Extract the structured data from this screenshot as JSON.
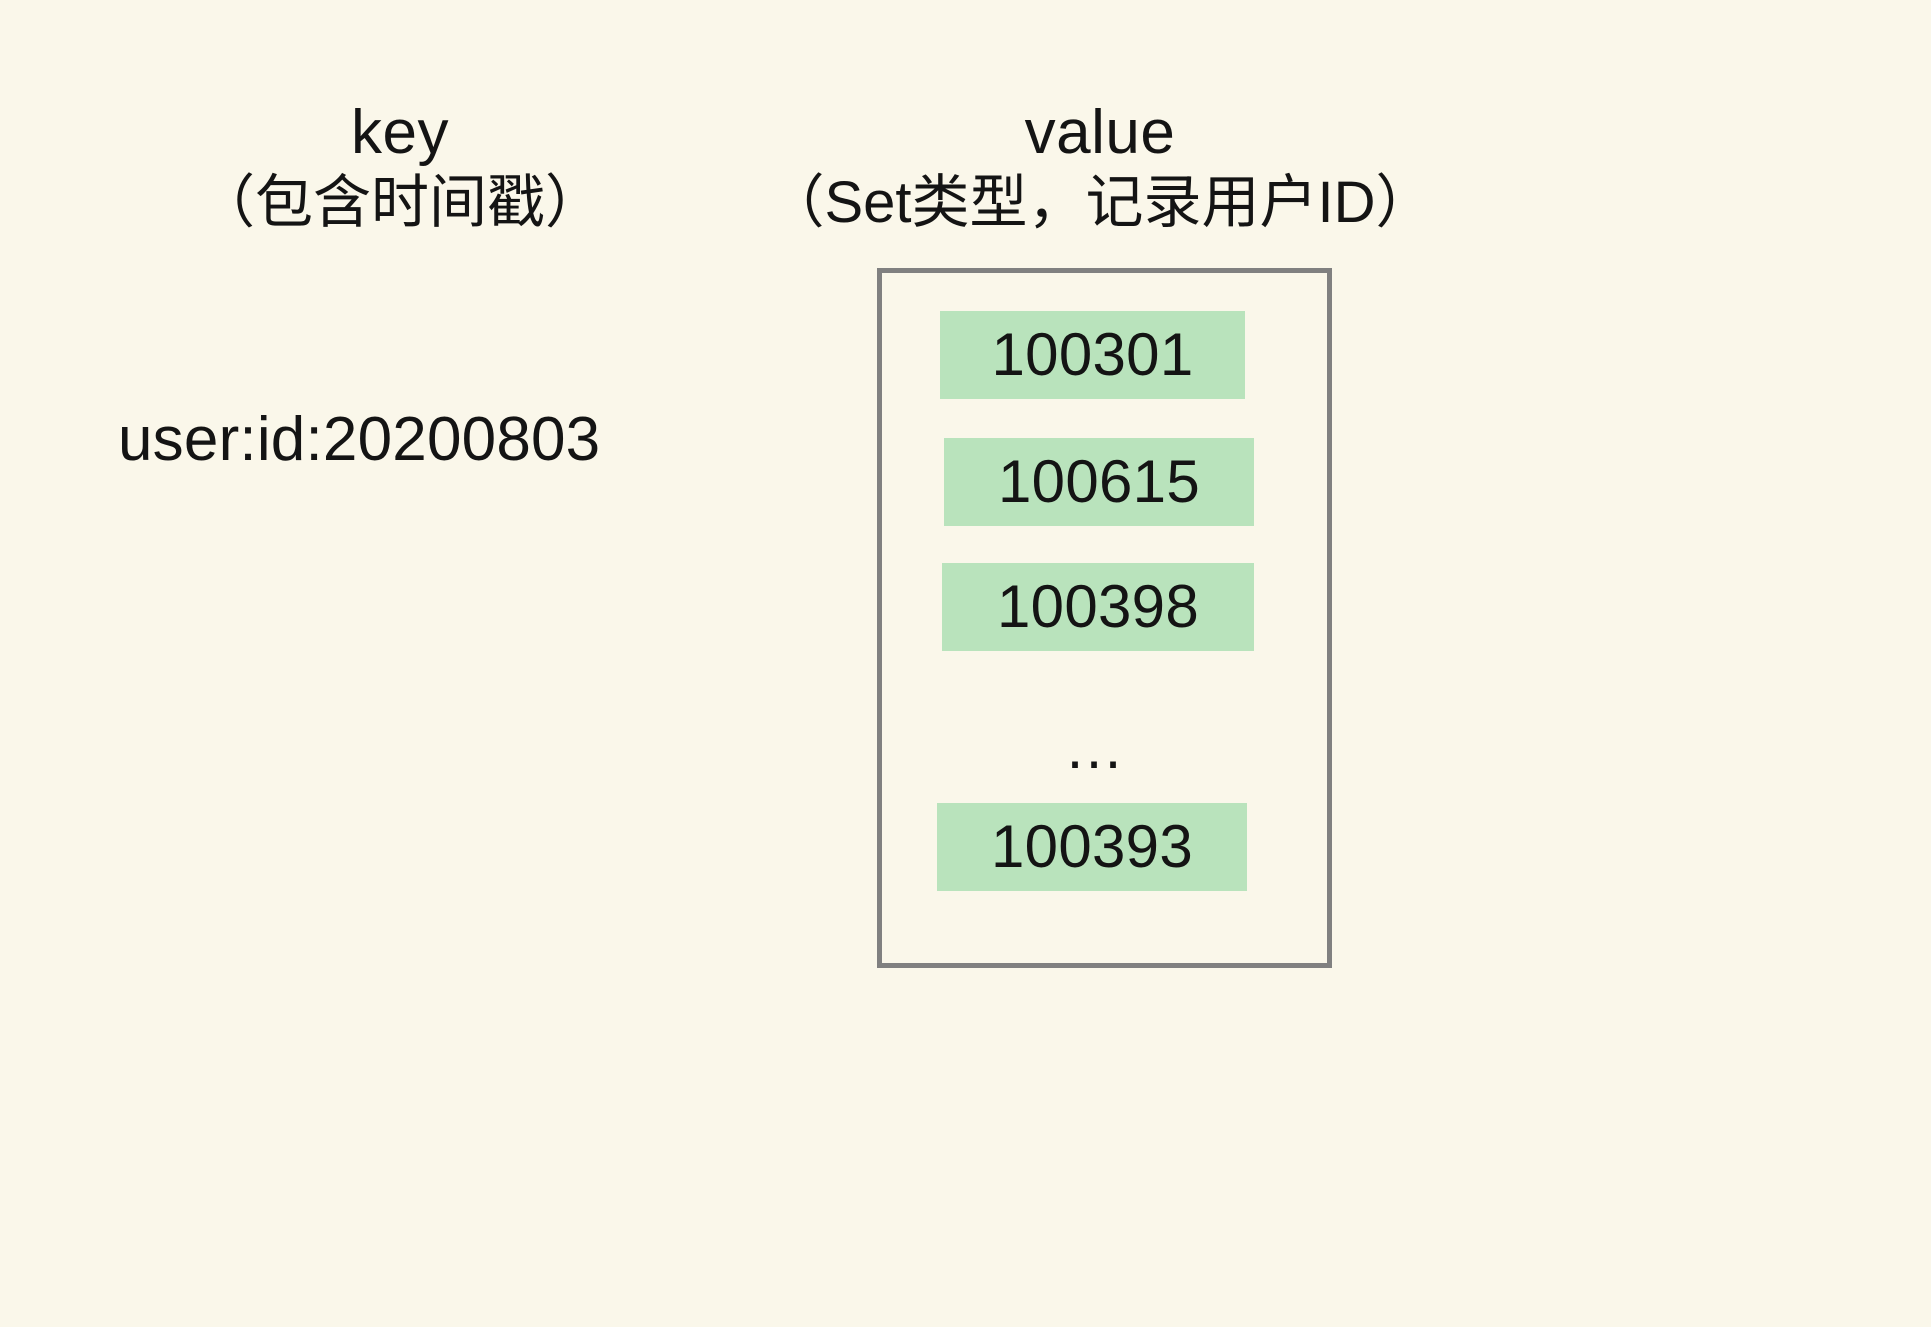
{
  "background_color": "#faf7ea",
  "text_color": "#141414",
  "columns": {
    "key": {
      "title": "key",
      "subtitle": "（包含时间戳）",
      "value": "user:id:20200803"
    },
    "value": {
      "title": "value",
      "subtitle": "（Set类型，记录用户ID）"
    }
  },
  "set": {
    "border_color": "#808080",
    "item_background": "#b9e3bc",
    "items": [
      {
        "text": "100301",
        "type": "value"
      },
      {
        "text": "100615",
        "type": "value"
      },
      {
        "text": "100398",
        "type": "value"
      },
      {
        "text": "…",
        "type": "ellipsis"
      },
      {
        "text": "100393",
        "type": "value"
      }
    ]
  }
}
